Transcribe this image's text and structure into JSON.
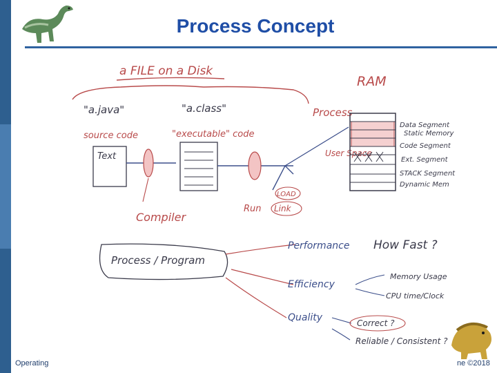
{
  "slide": {
    "title": "Process Concept",
    "footer_left": "Operating",
    "footer_right": "ne ©2018"
  },
  "sketch": {
    "file_on_disk": "a FILE on a Disk",
    "ram": "RAM",
    "a_java": "\"a.java\"",
    "a_class": "\"a.class\"",
    "source_code": "source code",
    "executable_code": "\"executable\" code",
    "text": "Text",
    "process": "Process",
    "user_space": "User Space",
    "load": "LOAD",
    "link": "Link",
    "run": "Run",
    "compiler": "Compiler",
    "data_segment": "Data Segment",
    "static_memory": "Static Memory",
    "code_segment": "Code Segment",
    "ext_segment": "Ext. Segment",
    "stack_segment": "STACK Segment",
    "dynamic_memory": "Dynamic Mem",
    "process_program": "Process / Program",
    "performance": "Performance",
    "how_fast": "How Fast ?",
    "efficiency": "Efficiency",
    "memory_usage": "Memory Usage",
    "cpu_time": "CPU time/Clock",
    "quality": "Quality",
    "correct": "Correct ?",
    "reliable": "Reliable / Consistent ?"
  }
}
